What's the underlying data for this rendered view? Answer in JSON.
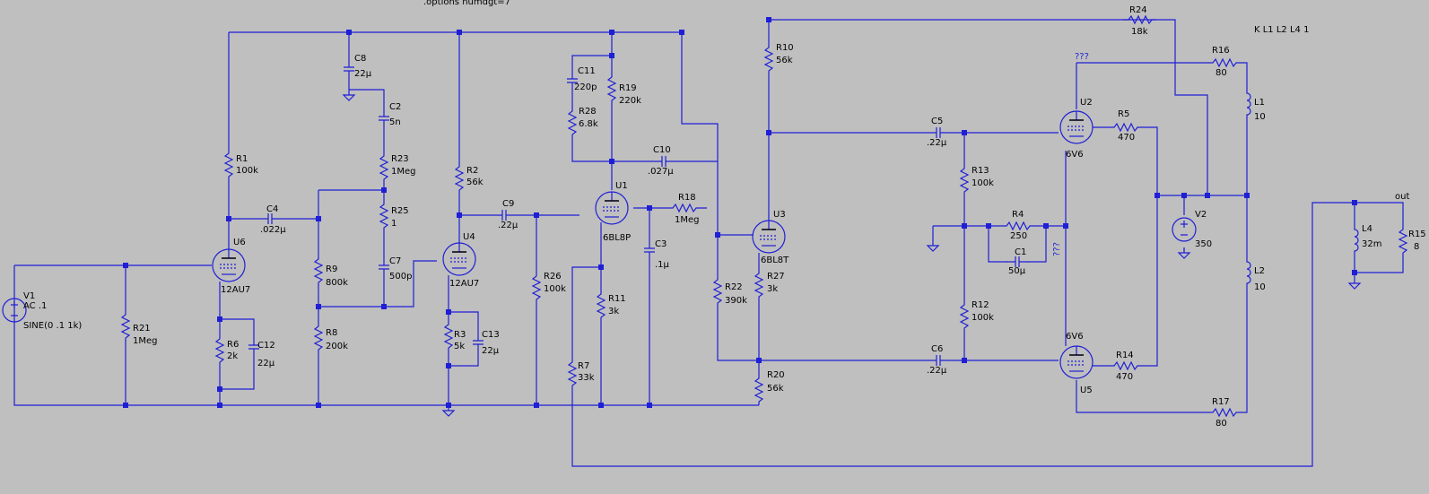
{
  "directive_options": ".options numdgt=7",
  "directive_coupling": "K L1 L2 L4 1",
  "components": {
    "V1": {
      "name": "V1",
      "value": "AC .1",
      "value2": "SINE(0 .1 1k)"
    },
    "V2": {
      "name": "V2",
      "value": "350"
    },
    "R1": {
      "name": "R1",
      "value": "100k"
    },
    "R2": {
      "name": "R2",
      "value": "56k"
    },
    "R3": {
      "name": "R3",
      "value": "5k"
    },
    "R4": {
      "name": "R4",
      "value": "250"
    },
    "R5": {
      "name": "R5",
      "value": "470"
    },
    "R6": {
      "name": "R6",
      "value": "2k"
    },
    "R7": {
      "name": "R7",
      "value": "33k"
    },
    "R8": {
      "name": "R8",
      "value": "200k"
    },
    "R9": {
      "name": "R9",
      "value": "800k"
    },
    "R10": {
      "name": "R10",
      "value": "56k"
    },
    "R11": {
      "name": "R11",
      "value": "3k"
    },
    "R12": {
      "name": "R12",
      "value": "100k"
    },
    "R13": {
      "name": "R13",
      "value": "100k"
    },
    "R14": {
      "name": "R14",
      "value": "470"
    },
    "R15": {
      "name": "R15",
      "value": "8"
    },
    "R16": {
      "name": "R16",
      "value": "80"
    },
    "R17": {
      "name": "R17",
      "value": "80"
    },
    "R18": {
      "name": "R18",
      "value": "1Meg"
    },
    "R19": {
      "name": "R19",
      "value": "220k"
    },
    "R20": {
      "name": "R20",
      "value": "56k"
    },
    "R21": {
      "name": "R21",
      "value": "1Meg"
    },
    "R22": {
      "name": "R22",
      "value": "390k"
    },
    "R23": {
      "name": "R23",
      "value": "1Meg"
    },
    "R24": {
      "name": "R24",
      "value": "18k"
    },
    "R25": {
      "name": "R25",
      "value": "1"
    },
    "R26": {
      "name": "R26",
      "value": "100k"
    },
    "R27": {
      "name": "R27",
      "value": "3k"
    },
    "R28": {
      "name": "R28",
      "value": "6.8k"
    },
    "C1": {
      "name": "C1",
      "value": "50µ"
    },
    "C2": {
      "name": "C2",
      "value": "5n"
    },
    "C3": {
      "name": "C3",
      "value": ".1µ"
    },
    "C4": {
      "name": "C4",
      "value": ".022µ"
    },
    "C5": {
      "name": "C5",
      "value": ".22µ"
    },
    "C6": {
      "name": "C6",
      "value": ".22µ"
    },
    "C7": {
      "name": "C7",
      "value": "500p"
    },
    "C8": {
      "name": "C8",
      "value": "22µ"
    },
    "C9": {
      "name": "C9",
      "value": ".22µ"
    },
    "C10": {
      "name": "C10",
      "value": ".027µ"
    },
    "C11": {
      "name": "C11",
      "value": "220p"
    },
    "C12": {
      "name": "C12",
      "value": "22µ"
    },
    "C13": {
      "name": "C13",
      "value": "22µ"
    },
    "L1": {
      "name": "L1",
      "value": "10"
    },
    "L2": {
      "name": "L2",
      "value": "10"
    },
    "L4": {
      "name": "L4",
      "value": "32m"
    },
    "U1": {
      "name": "U1",
      "value": "6BL8P"
    },
    "U2": {
      "name": "U2",
      "value": "6V6"
    },
    "U3": {
      "name": "U3",
      "value": "6BL8T"
    },
    "U4": {
      "name": "U4",
      "value": "12AU7"
    },
    "U5": {
      "name": "U5",
      "value": "6V6"
    },
    "U6": {
      "name": "U6",
      "value": "12AU7"
    }
  },
  "net_labels": {
    "out": "out",
    "q1": "???",
    "q2": "???"
  },
  "colors": {
    "background": "#bfbfbf",
    "wire": "#1f1fd6",
    "text": "#000000"
  }
}
